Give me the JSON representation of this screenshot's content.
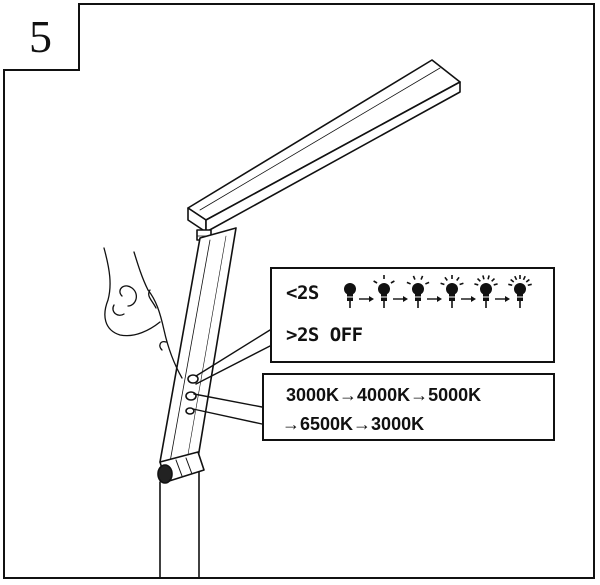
{
  "step": {
    "number": "5"
  },
  "brightness_callout": {
    "short_press": "<2S",
    "long_press": ">2S OFF",
    "bulb_levels": [
      1,
      2,
      3,
      4,
      5,
      6
    ]
  },
  "color_callout": {
    "line1": "3000K→4000K→5000K",
    "line2": "→6500K→3000K"
  },
  "colors": {
    "ink": "#111111",
    "background": "#ffffff"
  },
  "icons": [
    "lightbulb-icon",
    "arrow-right-icon"
  ]
}
